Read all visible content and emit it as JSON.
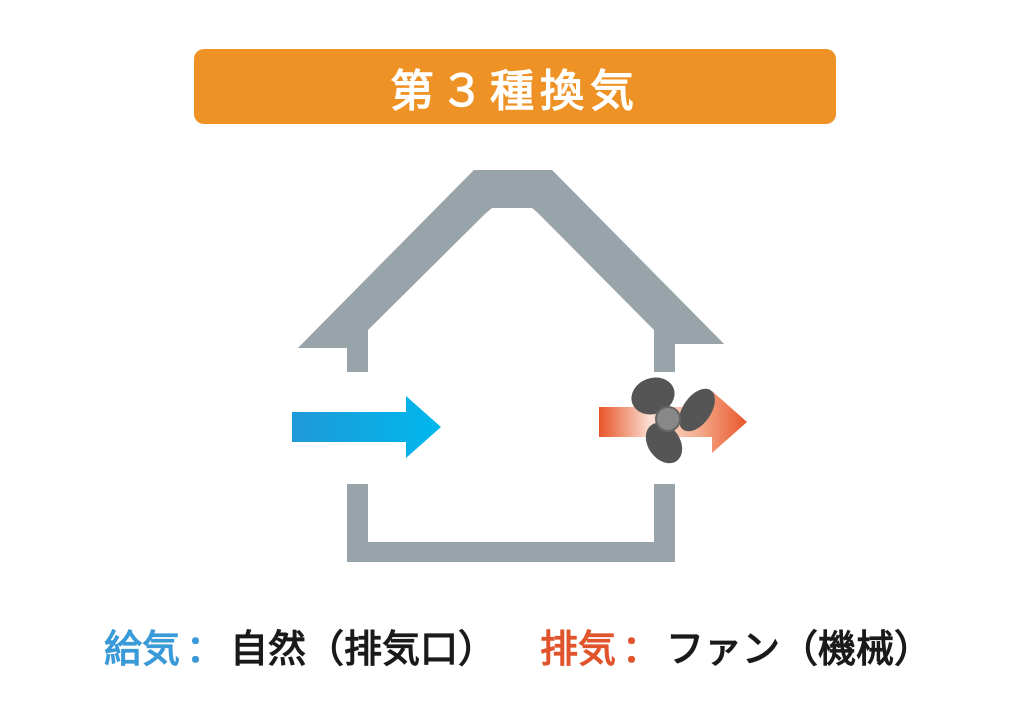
{
  "title": "第３種換気",
  "colors": {
    "banner": "#ef9225",
    "house": "#98a4aa",
    "supply_arrow": "#00aee8",
    "exhaust_arrow": "#e8562a",
    "fan": "#555555",
    "supply_label": "#3a9ad8",
    "exhaust_label": "#e0532b"
  },
  "icons": {
    "house": "house-outline-icon",
    "supply_arrow": "arrow-right-icon",
    "exhaust_arrow": "arrow-right-icon",
    "fan": "fan-icon"
  },
  "legend": {
    "supply": {
      "key": "給気",
      "separator": "：",
      "value": "自然（排気口）"
    },
    "exhaust": {
      "key": "排気",
      "separator": "：",
      "value": "ファン（機械）"
    }
  }
}
